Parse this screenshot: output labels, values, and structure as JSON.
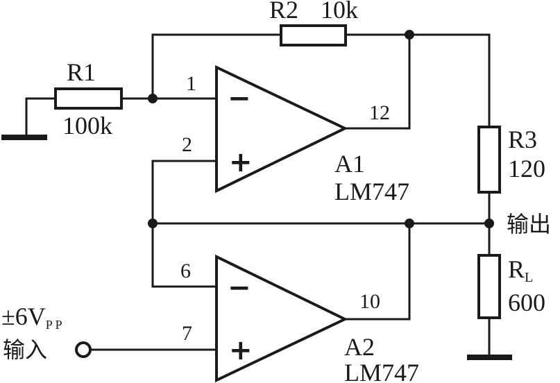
{
  "components": {
    "r1": {
      "name": "R1",
      "value": "100k"
    },
    "r2": {
      "name": "R2",
      "value": "10k"
    },
    "r3": {
      "name": "R3",
      "value": "120"
    },
    "rl": {
      "name": "R",
      "subscript": "L",
      "value": "600"
    }
  },
  "amplifiers": {
    "a1": {
      "name": "A1",
      "part": "LM747",
      "pin_inverting": "1",
      "pin_noninverting": "2",
      "pin_output": "12",
      "minus_sign": "−",
      "plus_sign": "+"
    },
    "a2": {
      "name": "A2",
      "part": "LM747",
      "pin_inverting": "6",
      "pin_noninverting": "7",
      "pin_output": "10",
      "minus_sign": "−",
      "plus_sign": "+"
    }
  },
  "labels": {
    "output": "输出",
    "input_amplitude": "±6V",
    "input_amplitude_subscript": "P P",
    "input": "输入"
  }
}
